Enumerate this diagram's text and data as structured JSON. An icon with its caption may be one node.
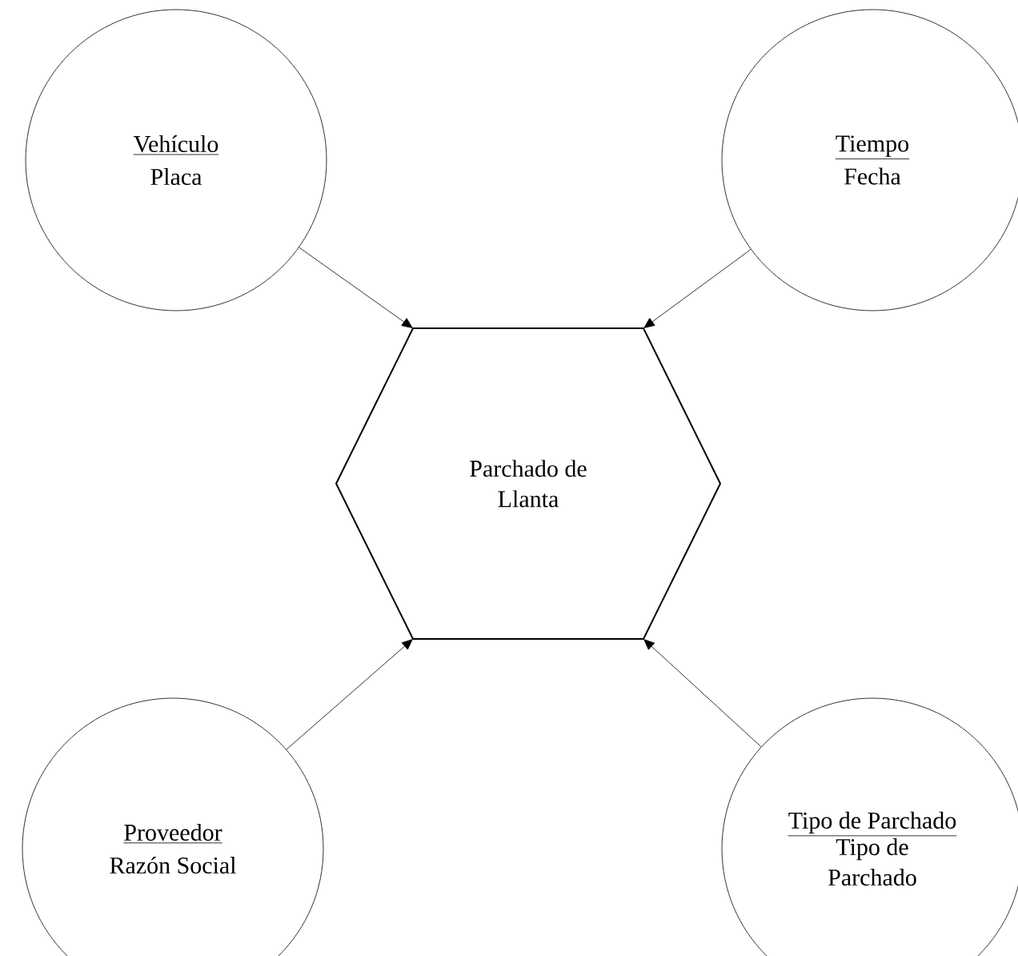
{
  "diagram": {
    "nodes": [
      {
        "text": [
          "Vehículo",
          "Placa"
        ]
      },
      {
        "text": [
          "Tiempo",
          "Fecha"
        ]
      },
      {
        "text": [
          "Parchado de Llanta"
        ]
      },
      {
        "text": [
          "Proveedor",
          "Razón Social"
        ]
      },
      {
        "text": [
          "Tipo de Parchado",
          "Tipo de Parchado"
        ]
      }
    ],
    "edges": [
      {
        "from": 0,
        "to": 2,
        "arrow": "to"
      },
      {
        "from": 1,
        "to": 2,
        "arrow": "to"
      },
      {
        "from": 3,
        "to": 2,
        "arrow": "to"
      },
      {
        "from": 4,
        "to": 2,
        "arrow": "to"
      }
    ]
  }
}
